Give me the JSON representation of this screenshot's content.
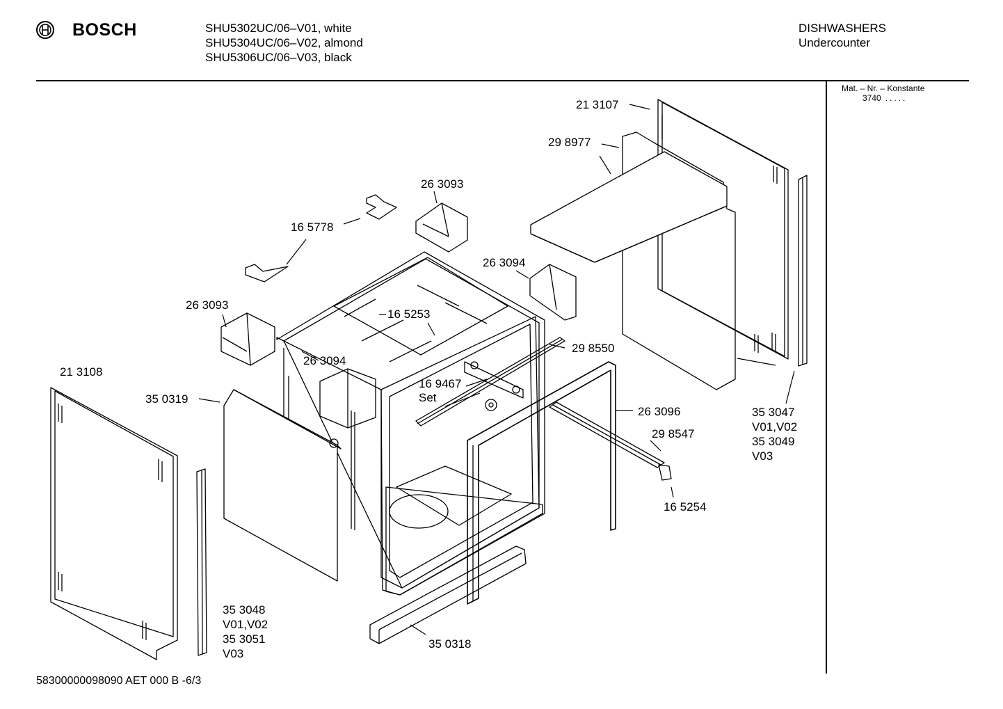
{
  "header": {
    "brand": "BOSCH",
    "models": [
      "SHU5302UC/06–V01, white",
      "SHU5304UC/06–V02, almond",
      "SHU5306UC/06–V03, black"
    ],
    "category": "DISHWASHERS",
    "subcategory": "Undercounter"
  },
  "side_panel": {
    "title": "Mat. – Nr. – Konstante",
    "value": "3740",
    "dots": "....."
  },
  "labels": {
    "p213107": "21 3107",
    "p298977": "29 8977",
    "p263093a": "26 3093",
    "p165778": "16 5778",
    "p263094a": "26 3094",
    "p263093b": "26 3093",
    "p165253": "16 5253",
    "p298550": "29 8550",
    "p263094b": "26 3094",
    "p213108": "21 3108",
    "p169467": "16 9467",
    "p169467_set": "Set",
    "p350319": "35 0319",
    "p263096": "26 3096",
    "p298547": "29 8547",
    "p165254": "16 5254",
    "p353047": [
      "35 3047",
      "V01,V02",
      "35 3049",
      "V03"
    ],
    "p353048": [
      "35 3048",
      "V01,V02",
      "35 3051",
      "V03"
    ],
    "p350318": "35 0318"
  },
  "footer": {
    "code": "58300000098090 AET 000 B -6/3"
  }
}
